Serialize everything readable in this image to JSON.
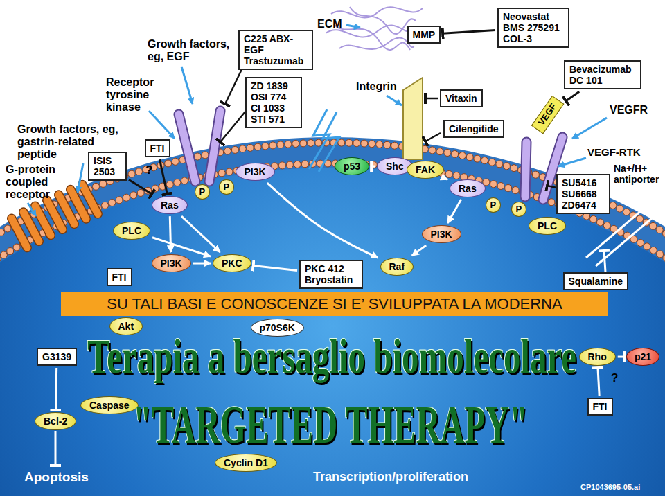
{
  "diagram": {
    "nodes": [
      {
        "text": [
          "C225 ABX-EGF Trastuzumab"
        ]
      },
      {
        "text": [
          "ZD 1839 OSI 774 CI 1033 STI 571"
        ]
      },
      {
        "text": [
          "MMP"
        ]
      },
      {
        "text": [
          "Neovastat BMS 275291 COL-3"
        ]
      },
      {
        "text": [
          "Vitaxin"
        ]
      },
      {
        "text": [
          "Cilengitide"
        ]
      },
      {
        "text": [
          "Bevacizumab DC 101"
        ]
      },
      {
        "text": [
          "VEGF"
        ]
      },
      {
        "text": [
          "ISIS 2503"
        ]
      },
      {
        "text": [
          "FTI"
        ]
      },
      {
        "text": [
          "PI3K"
        ]
      },
      {
        "text": [
          "p53"
        ]
      },
      {
        "text": [
          "Shc"
        ]
      },
      {
        "text": [
          "FAK"
        ]
      },
      {
        "text": [
          "P"
        ]
      },
      {
        "text": [
          "P"
        ]
      },
      {
        "text": [
          "Ras"
        ]
      },
      {
        "text": [
          "Ras"
        ]
      },
      {
        "text": [
          "P"
        ]
      },
      {
        "text": [
          "P"
        ]
      },
      {
        "text": [
          "SU5416 SU6668 ZD6474"
        ]
      },
      {
        "text": [
          "PLC"
        ]
      },
      {
        "text": [
          "PI3K"
        ]
      },
      {
        "text": [
          "PLC"
        ]
      },
      {
        "text": [
          "PI3K"
        ]
      },
      {
        "text": [
          "PKC"
        ]
      },
      {
        "text": [
          "PKC 412 Bryostatin"
        ]
      },
      {
        "text": [
          "Raf"
        ]
      },
      {
        "text": [
          "Squalamine"
        ]
      },
      {
        "text": [
          "FTI"
        ]
      },
      {
        "text": [
          "SU TALI BASI E CONOSCENZE SI E’ SVILUPPATA LA MODERNA"
        ]
      },
      {
        "text": [
          "Akt"
        ]
      },
      {
        "text": [
          "p70S6K"
        ]
      },
      {
        "text": [
          "G3139"
        ]
      },
      {
        "text": [
          "Rho"
        ]
      },
      {
        "text": [
          "p21"
        ]
      },
      {
        "text": [
          "Caspase"
        ]
      },
      {
        "text": [
          "FTI"
        ]
      },
      {
        "text": [
          "Bcl-2"
        ]
      },
      {
        "text": [
          "Cyclin D1"
        ]
      }
    ],
    "edges": [
      {
        "from": 9,
        "to": 16,
        "arrow": "to"
      },
      {
        "from": 8,
        "to": 16,
        "arrow": "to"
      },
      {
        "from": 16,
        "to": 24,
        "arrow": "to"
      },
      {
        "from": 16,
        "to": 25,
        "arrow": "to"
      },
      {
        "from": 21,
        "to": 25,
        "arrow": "to"
      },
      {
        "from": 24,
        "to": 25,
        "arrow": "to"
      },
      {
        "from": 10,
        "to": 27,
        "arrow": "to"
      },
      {
        "from": 26,
        "to": 25,
        "arrow": "to"
      },
      {
        "from": 12,
        "to": 11,
        "arrow": "to"
      },
      {
        "from": 13,
        "to": 17,
        "arrow": "to"
      },
      {
        "from": 17,
        "to": 22,
        "arrow": "to"
      },
      {
        "from": 22,
        "to": 27,
        "arrow": "to"
      },
      {
        "from": 6,
        "to": 7,
        "arrow": "to"
      },
      {
        "from": 3,
        "to": 2,
        "arrow": "to"
      },
      {
        "from": 33,
        "to": 38,
        "arrow": "to"
      },
      {
        "from": 37,
        "to": 34,
        "arrow": "to"
      },
      {
        "from": 34,
        "to": 35,
        "arrow": "to"
      }
    ],
    "labels": [
      "Growth factors, eg, EGF",
      "Receptor tyrosine kinase",
      "Growth factors, eg, gastrin-related peptide",
      "G-protein coupled receptor",
      "ECM",
      "Integrin",
      "VEGFR",
      "VEGF-RTK",
      "Na+/H+ antiporter",
      "?",
      "Terapia a bersaglio biomolecolare",
      "\"TARGETED THERAPY\"",
      "?",
      "Apoptosis",
      "Transcription/proliferation",
      "CP1043695-05.ai"
    ]
  }
}
